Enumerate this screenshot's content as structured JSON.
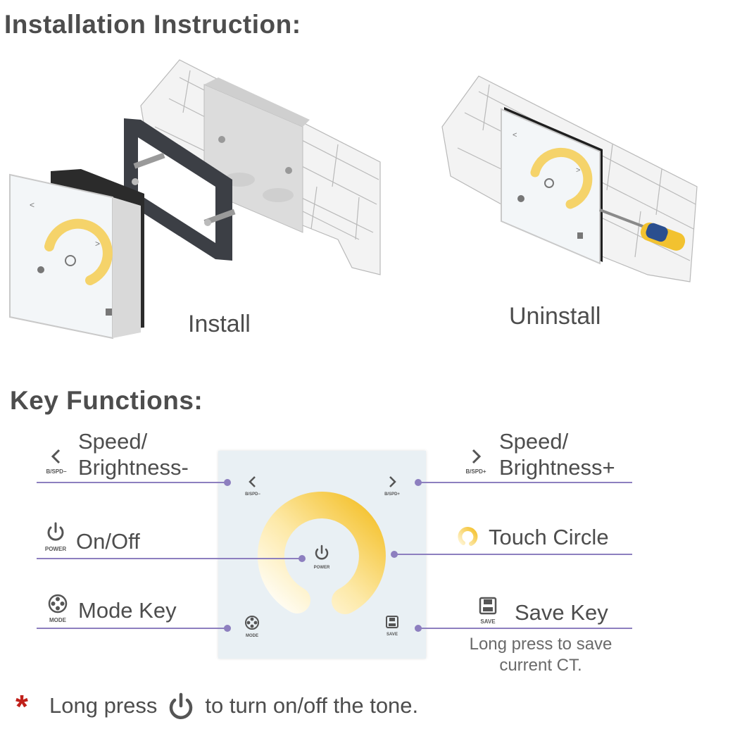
{
  "installation": {
    "heading": "Installation Instruction:",
    "install_caption": "Install",
    "uninstall_caption": "Uninstall"
  },
  "key_functions": {
    "heading": "Key Functions:",
    "speed_down": {
      "label_line1": "Speed/",
      "label_line2": "Brightness-",
      "icon_text": "B/SPD−",
      "icon": "chevron-left-icon"
    },
    "speed_up": {
      "label_line1": "Speed/",
      "label_line2": "Brightness+",
      "icon_text": "B/SPD+",
      "icon": "chevron-right-icon"
    },
    "power": {
      "label": "On/Off",
      "icon_text": "POWER",
      "icon": "power-icon"
    },
    "touch_circle": {
      "label": "Touch Circle",
      "icon": "touch-ring-icon"
    },
    "mode": {
      "label": "Mode Key",
      "icon_text": "MODE",
      "icon": "mode-icon"
    },
    "save": {
      "label": "Save Key",
      "icon_text": "SAVE",
      "icon": "save-icon",
      "note_line1": "Long press to save",
      "note_line2": "current CT."
    }
  },
  "footer": {
    "asterisk": "*",
    "text_before": "Long press",
    "text_after": "to turn on/off the tone."
  },
  "colors": {
    "heading": "#4d4d4d",
    "leader_line": "#8d7fbf",
    "asterisk": "#c0201a",
    "ring_warm": "#f5c637",
    "ring_cool": "#fffbe9",
    "panel": "#e9f0f4"
  }
}
